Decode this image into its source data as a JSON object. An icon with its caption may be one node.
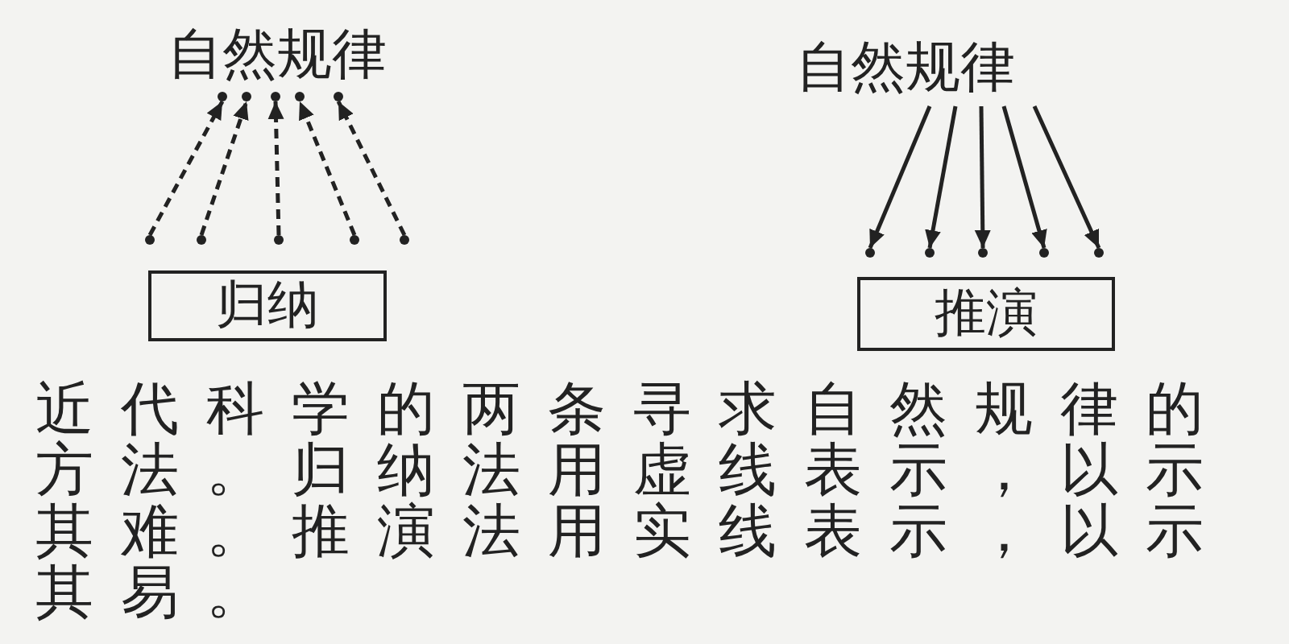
{
  "diagram": {
    "caption": "近代科学的两条寻求自然规律的方法。归纳法用虚线表示，以示其难。推演法用实线表示，以示其易。",
    "nodes": [
      {
        "text": [
          "自然规律"
        ]
      },
      {
        "text": [],
        "shape": "circle"
      },
      {
        "text": [],
        "shape": "circle"
      },
      {
        "text": [],
        "shape": "circle"
      },
      {
        "text": [],
        "shape": "circle"
      },
      {
        "text": [],
        "shape": "circle"
      },
      {
        "text": [],
        "shape": "circle"
      },
      {
        "text": [],
        "shape": "circle"
      },
      {
        "text": [],
        "shape": "circle"
      },
      {
        "text": [],
        "shape": "circle"
      },
      {
        "text": [],
        "shape": "circle"
      },
      {
        "text": [
          "归纳"
        ]
      },
      {
        "text": [
          "自然规律"
        ]
      },
      {
        "text": [],
        "shape": "circle"
      },
      {
        "text": [],
        "shape": "circle"
      },
      {
        "text": [],
        "shape": "circle"
      },
      {
        "text": [],
        "shape": "circle"
      },
      {
        "text": [],
        "shape": "circle"
      },
      {
        "text": [
          "推演"
        ]
      }
    ],
    "edges": [
      {
        "from": 6,
        "to": 1,
        "arrow": "to",
        "style": "dashed"
      },
      {
        "from": 7,
        "to": 2,
        "arrow": "to",
        "style": "dashed"
      },
      {
        "from": 8,
        "to": 3,
        "arrow": "to",
        "style": "dashed"
      },
      {
        "from": 9,
        "to": 4,
        "arrow": "to",
        "style": "dashed"
      },
      {
        "from": 10,
        "to": 5,
        "arrow": "to",
        "style": "dashed"
      },
      {
        "from": 12,
        "to": 13,
        "arrow": "to"
      },
      {
        "from": 12,
        "to": 14,
        "arrow": "to"
      },
      {
        "from": 12,
        "to": 15,
        "arrow": "to"
      },
      {
        "from": 12,
        "to": 16,
        "arrow": "to"
      },
      {
        "from": 12,
        "to": 17,
        "arrow": "to"
      }
    ]
  }
}
